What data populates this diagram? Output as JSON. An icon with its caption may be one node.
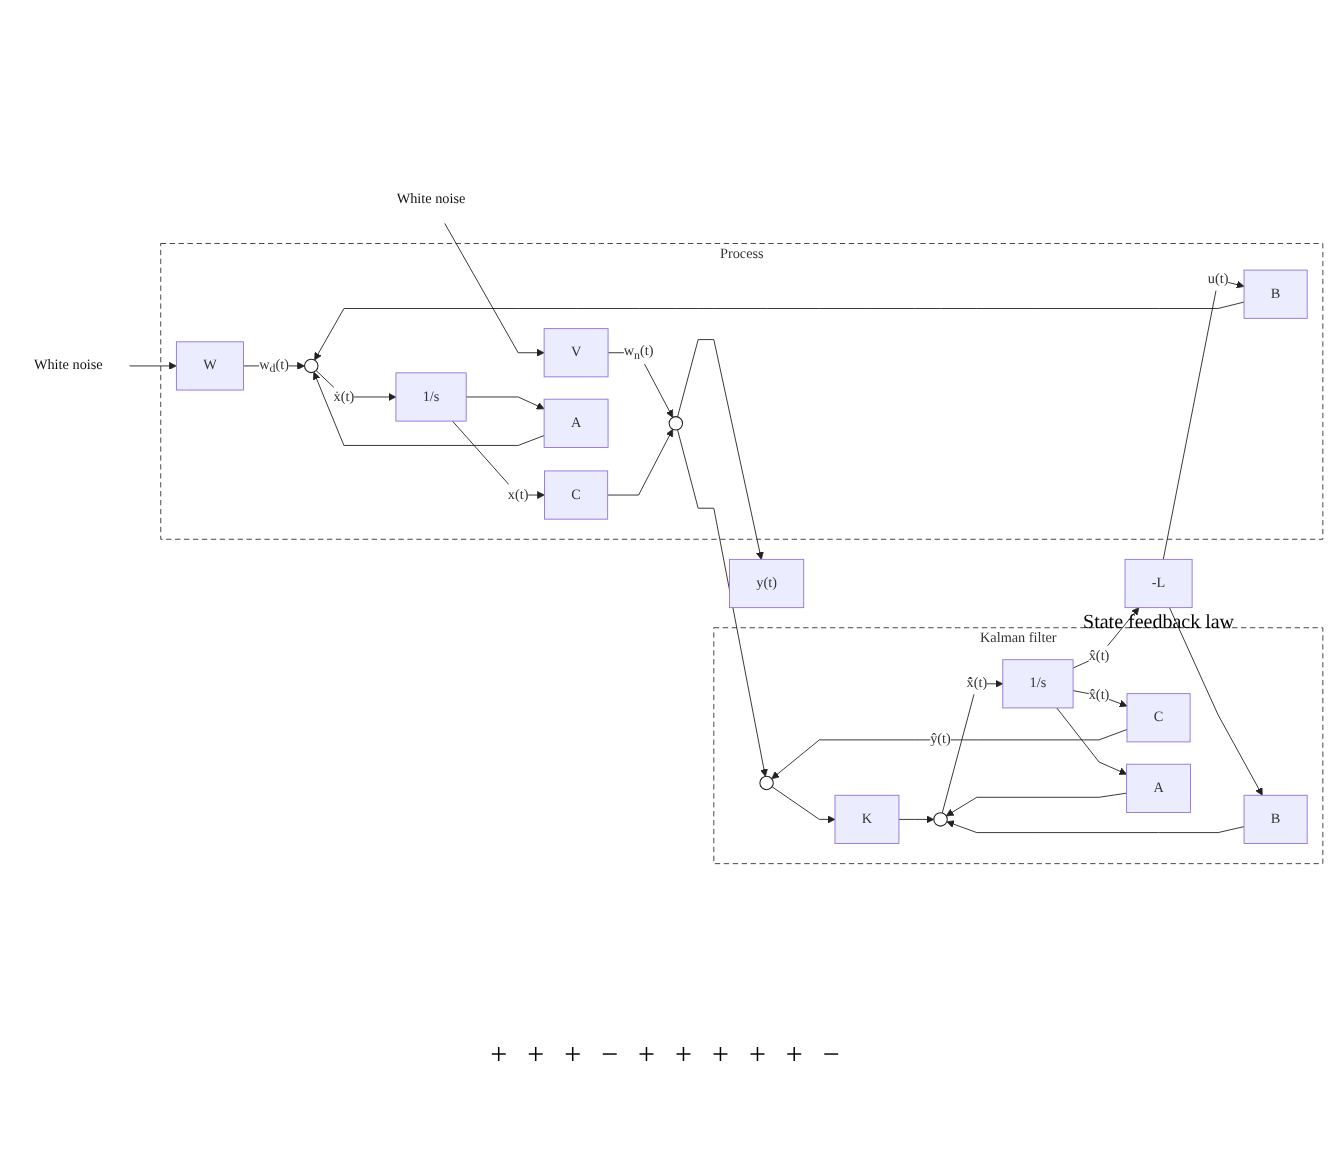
{
  "diagram": {
    "nodes": [
      {
        "text": [
          "White noise"
        ]
      },
      {
        "text": [
          "White noise"
        ]
      },
      {
        "text": [
          "Process"
        ]
      },
      {
        "text": [
          "W"
        ],
        "in": 2
      },
      {
        "text": [
          "V"
        ],
        "in": 2
      },
      {
        "text": [
          "B"
        ],
        "in": 2
      },
      {
        "text": [],
        "shape": "circle",
        "in": 2
      },
      {
        "text": [
          "1/s"
        ],
        "in": 2
      },
      {
        "text": [
          "C"
        ],
        "in": 2
      },
      {
        "text": [],
        "shape": "circle",
        "in": 2
      },
      {
        "text": [
          "A"
        ],
        "in": 2
      },
      {
        "text": [
          "y(t)"
        ]
      },
      {
        "text": [
          "Kalman filter"
        ]
      },
      {
        "text": [
          "K"
        ],
        "in": 12
      },
      {
        "text": [
          "B"
        ],
        "in": 12
      },
      {
        "text": [],
        "shape": "circle",
        "in": 12
      },
      {
        "text": [
          "1/s"
        ],
        "in": 12
      },
      {
        "text": [
          "C"
        ],
        "in": 12
      },
      {
        "text": [],
        "shape": "circle",
        "in": 12
      },
      {
        "text": [
          "A"
        ],
        "in": 12
      },
      {
        "text": [
          "-L"
        ],
        "beside": [
          "State feedback law"
        ]
      }
    ],
    "edges": [
      {
        "from": 0,
        "to": 3,
        "arrow": "to"
      },
      {
        "from": 1,
        "to": 4,
        "arrow": "to"
      },
      {
        "from": 3,
        "to": 6,
        "arrow": "to",
        "label": "w$_{d}$(t)"
      },
      {
        "from": 4,
        "to": 9,
        "arrow": "to",
        "label": "w$_{n}$(t)"
      },
      {
        "from": 20,
        "to": 5,
        "arrow": "to",
        "label": "u(t)"
      },
      {
        "from": 20,
        "to": 14,
        "arrow": "to"
      },
      {
        "from": 5,
        "to": 6,
        "arrow": "to"
      },
      {
        "from": 6,
        "to": 7,
        "arrow": "to",
        "label": "ẋ(t)"
      },
      {
        "from": 7,
        "to": 8,
        "arrow": "to",
        "label": "x(t)"
      },
      {
        "from": 7,
        "to": 10,
        "arrow": "to"
      },
      {
        "from": 10,
        "to": 6,
        "arrow": "to"
      },
      {
        "from": 8,
        "to": 9,
        "arrow": "to"
      },
      {
        "from": 9,
        "to": 11,
        "arrow": "to"
      },
      {
        "from": 9,
        "to": 18,
        "arrow": "to"
      },
      {
        "from": 14,
        "to": 15,
        "arrow": "to"
      },
      {
        "from": 15,
        "to": 16,
        "arrow": "to",
        "label": "x̂̇(t)"
      },
      {
        "from": 16,
        "to": 17,
        "arrow": "to",
        "label": "x̂(t)"
      },
      {
        "from": 16,
        "to": 19,
        "arrow": "to"
      },
      {
        "from": 19,
        "to": 15,
        "arrow": "to"
      },
      {
        "from": 17,
        "to": 18,
        "arrow": "to",
        "label": "ŷ(t)"
      },
      {
        "from": 18,
        "to": 13,
        "arrow": "to"
      },
      {
        "from": 13,
        "to": 15,
        "arrow": "to"
      },
      {
        "from": 16,
        "to": 20,
        "arrow": "to",
        "label": "x̂(t)"
      }
    ],
    "labels": [
      "+",
      "+",
      "+",
      "−",
      "+",
      "+",
      "+",
      "+",
      "+",
      "−"
    ]
  }
}
